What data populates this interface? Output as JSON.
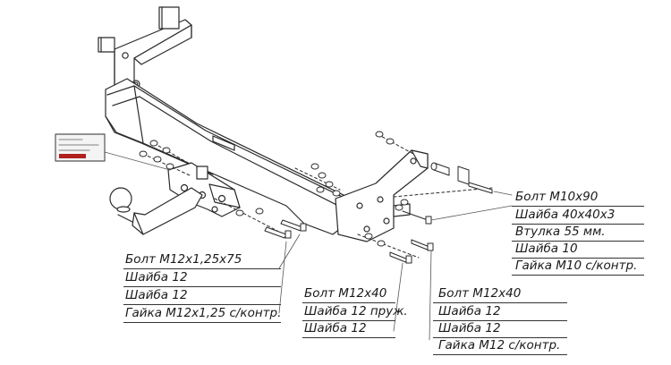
{
  "groups": {
    "left_bolt": {
      "items": [
        "Болт М12х1,25х75",
        "Шайба 12",
        "Шайба 12",
        "Гайка М12х1,25 с/контр."
      ]
    },
    "center_bolt": {
      "items": [
        "Болт М12х40",
        "Шайба 12 пруж.",
        "Шайба 12"
      ]
    },
    "lower_right_bolt": {
      "items": [
        "Болт М12х40",
        "Шайба 12",
        "Шайба 12",
        "Гайка М12 с/контр."
      ]
    },
    "upper_right_bolt": {
      "items": [
        "Болт М10х90",
        "Шайба 40х40х3",
        "Втулка 55 мм.",
        "Шайба 10",
        "Гайка М10 с/контр."
      ]
    }
  },
  "colors": {
    "line": "#2a2a2a",
    "label_plate_band": "#b02020"
  }
}
